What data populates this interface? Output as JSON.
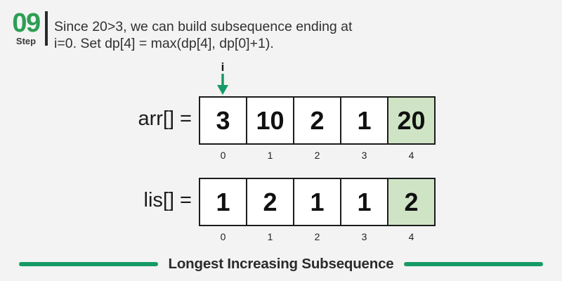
{
  "header": {
    "step_number": "09",
    "step_label": "Step",
    "description_line1": "Since 20>3, we can build subsequence ending at",
    "description_line2": "i=0. Set dp[4] = max(dp[4], dp[0]+1)."
  },
  "pointer": {
    "label": "i",
    "target_array": "arr",
    "target_index": 0
  },
  "arrays": [
    {
      "name": "arr",
      "label": "arr[] =",
      "values": [
        "3",
        "10",
        "2",
        "1",
        "20"
      ],
      "indices": [
        "0",
        "1",
        "2",
        "3",
        "4"
      ],
      "highlighted_index": 4
    },
    {
      "name": "lis",
      "label": "lis[] =",
      "values": [
        "1",
        "2",
        "1",
        "1",
        "2"
      ],
      "indices": [
        "0",
        "1",
        "2",
        "3",
        "4"
      ],
      "highlighted_index": 4
    }
  ],
  "footer": {
    "title": "Longest Increasing Subsequence"
  },
  "colors": {
    "background": "#f2f3f2",
    "step_green": "#2d9e54",
    "arrow_green": "#169a66",
    "highlight_cell_green": "#cfe4c5",
    "cell_border": "#1c1c1c",
    "text_dark": "#313131"
  }
}
